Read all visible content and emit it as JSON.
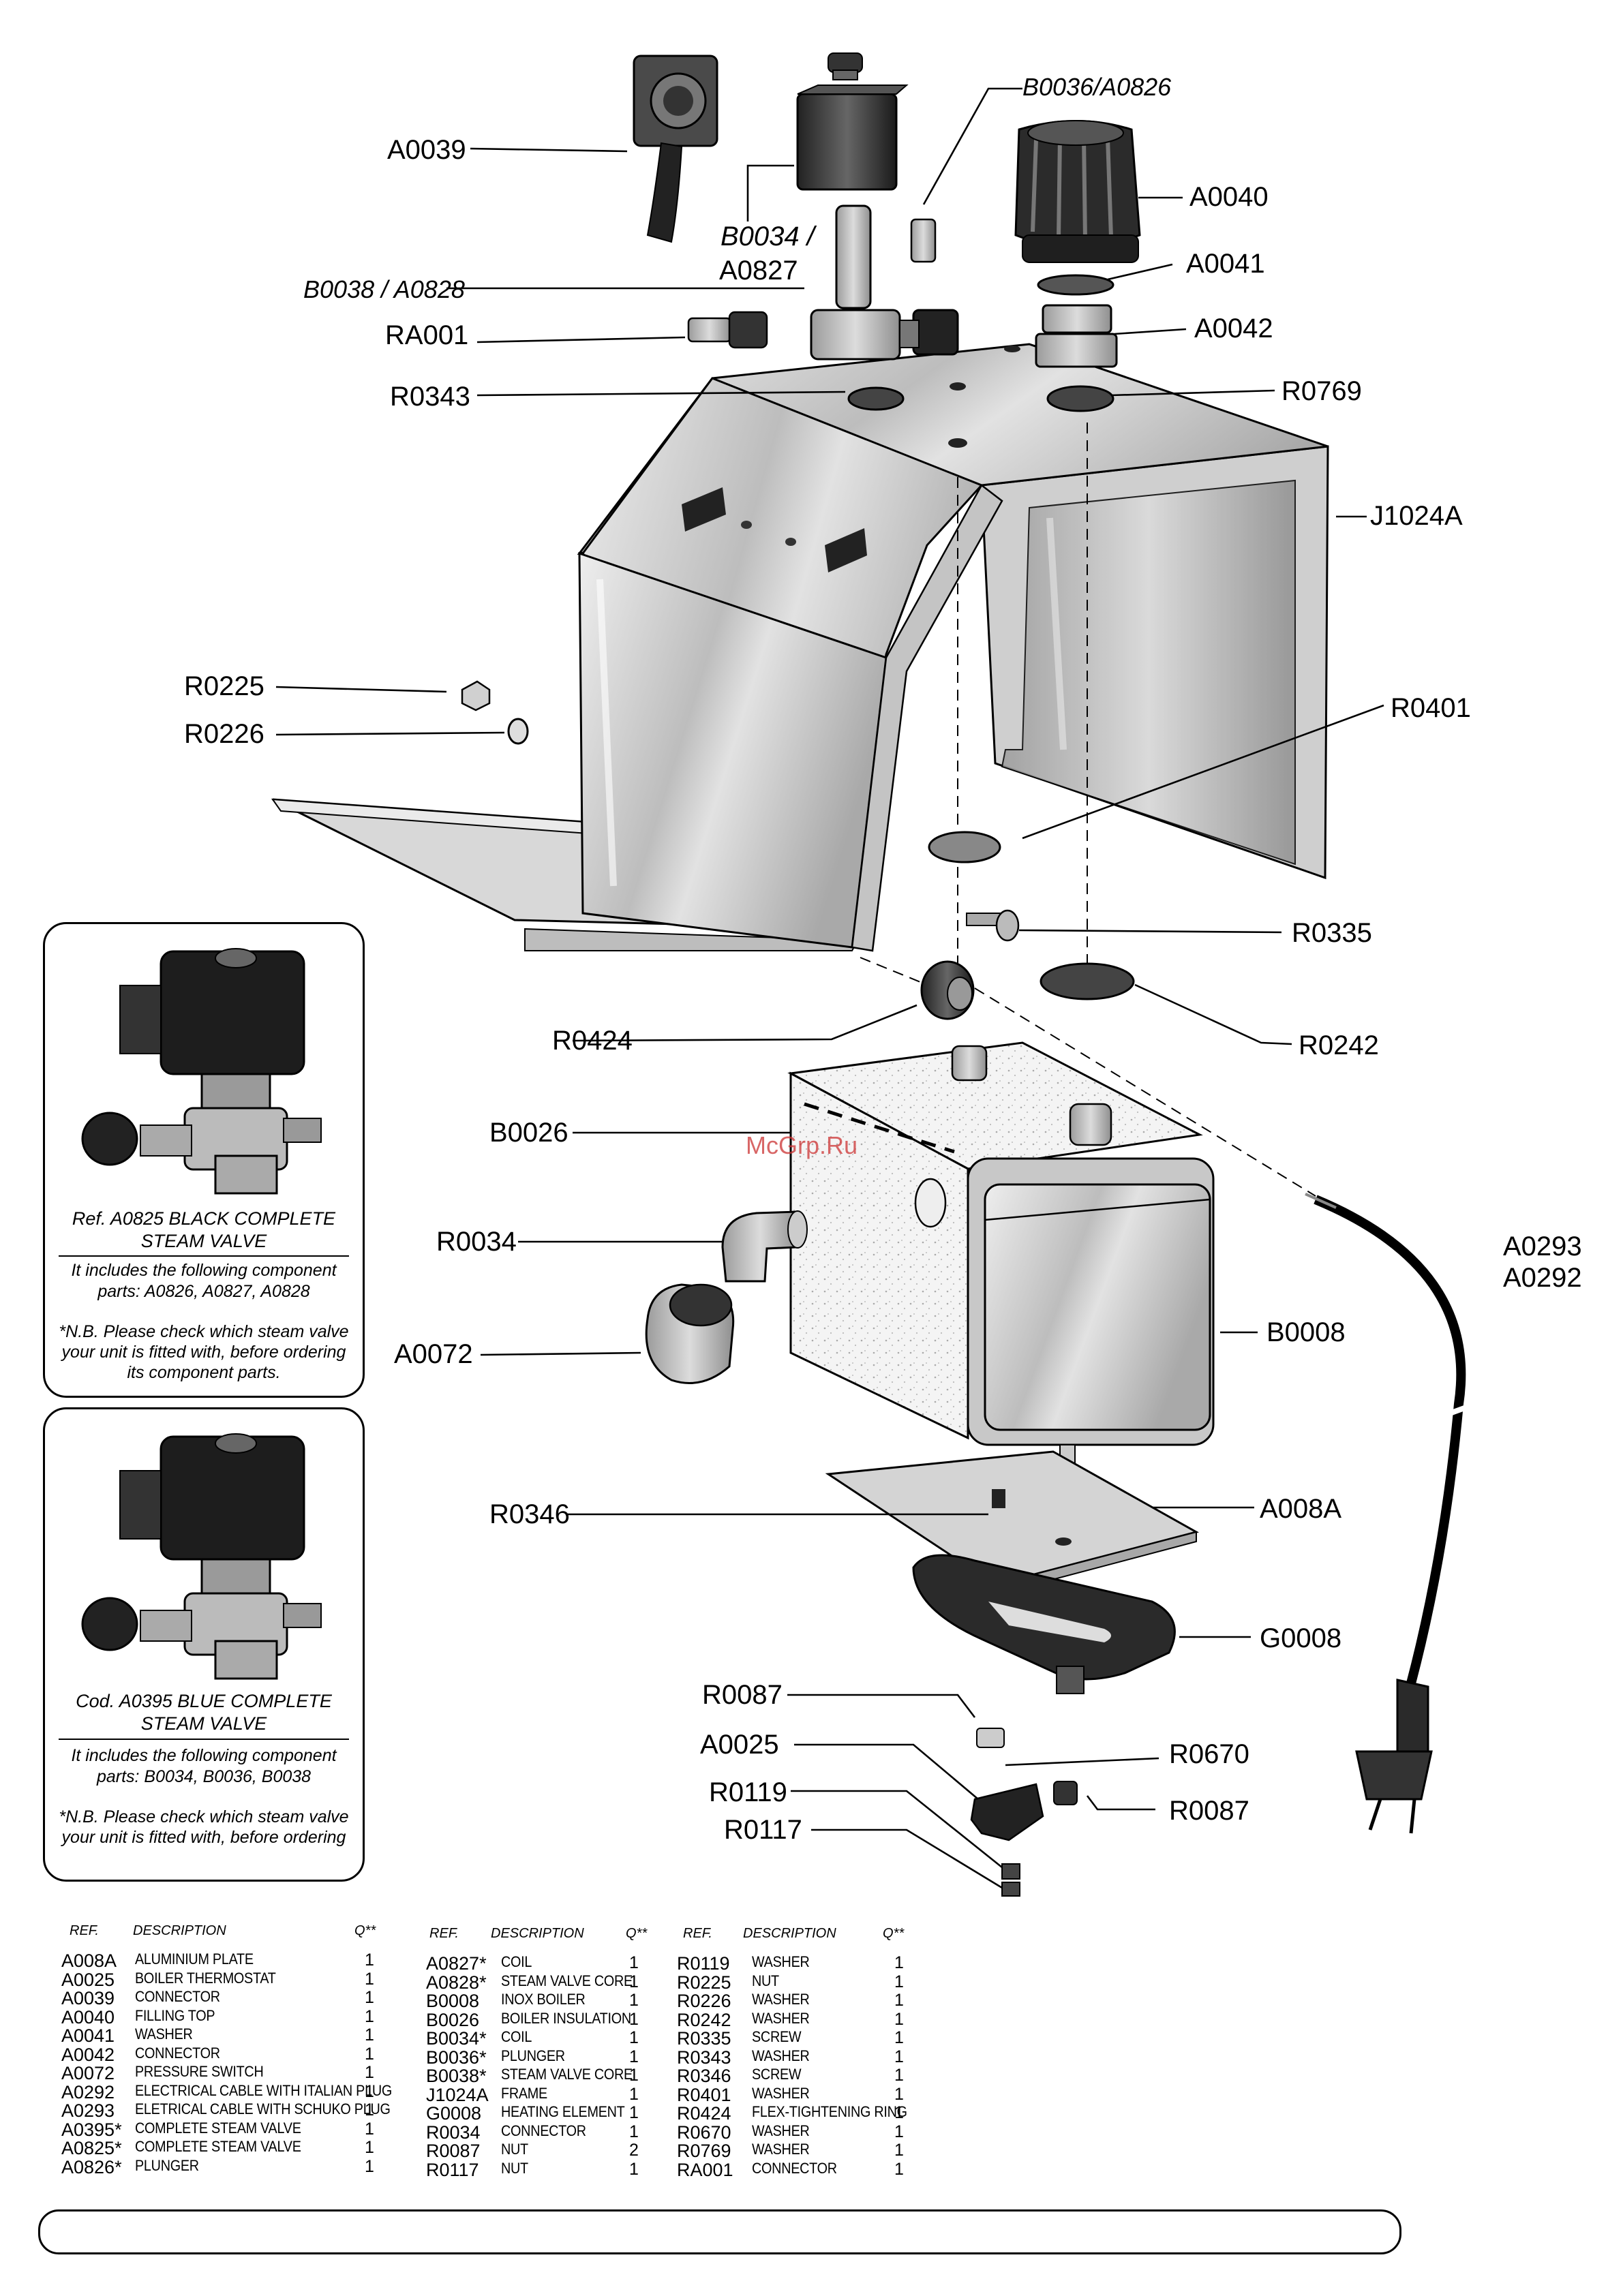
{
  "watermark": "McGrp.Ru",
  "labels": {
    "A0039": "A0039",
    "B0034_A0827_a": "B0034 /",
    "B0034_A0827_b": "A0827",
    "B0036_A0826": "B0036/A0826",
    "A0040": "A0040",
    "A0041": "A0041",
    "A0042": "A0042",
    "B0038_A0828": "B0038 / A0828",
    "RA001": "RA001",
    "R0343": "R0343",
    "R0769": "R0769",
    "J1024A": "J1024A",
    "R0401": "R0401",
    "R0225": "R0225",
    "R0226": "R0226",
    "R0335": "R0335",
    "R0424": "R0424",
    "R0242": "R0242",
    "B0026": "B0026",
    "R0034": "R0034",
    "A0293": "A0293",
    "A0292": "A0292",
    "A0072": "A0072",
    "B0008": "B0008",
    "R0346": "R0346",
    "A008A": "A008A",
    "G0008": "G0008",
    "R0087_a": "R0087",
    "A0025": "A0025",
    "R0670": "R0670",
    "R0119": "R0119",
    "R0087_b": "R0087",
    "R0117": "R0117"
  },
  "note_black": {
    "title_1": "Ref. A0825 BLACK COMPLETE",
    "title_2": "STEAM VALVE",
    "inc_1": "It includes the following component",
    "inc_2": "parts:  A0826, A0827, A0828",
    "nb_1": "*N.B. Please check which steam valve",
    "nb_2": "your unit is fitted with, before ordering",
    "nb_3": "its component parts."
  },
  "note_blue": {
    "title_1": "Cod. A0395 BLUE COMPLETE",
    "title_2": "STEAM VALVE",
    "inc_1": "It includes the following component",
    "inc_2": "parts:  B0034, B0036, B0038",
    "nb_1": "*N.B. Please check which steam valve",
    "nb_2": "your unit is fitted with, before ordering"
  },
  "table": {
    "h_ref": "REF.",
    "h_desc": "DESCRIPTION",
    "h_q": "Q**",
    "col1": [
      [
        "A008A",
        "ALUMINIUM PLATE",
        "1"
      ],
      [
        "A0025",
        "BOILER THERMOSTAT",
        "1"
      ],
      [
        "A0039",
        "CONNECTOR",
        "1"
      ],
      [
        "A0040",
        "FILLING TOP",
        "1"
      ],
      [
        "A0041",
        "WASHER",
        "1"
      ],
      [
        "A0042",
        "CONNECTOR",
        "1"
      ],
      [
        "A0072",
        "PRESSURE SWITCH",
        "1"
      ],
      [
        "A0292",
        "ELECTRICAL CABLE WITH ITALIAN PLUG",
        "1"
      ],
      [
        "A0293",
        "ELETRICAL CABLE WITH SCHUKO PLUG",
        "1"
      ],
      [
        "A0395*",
        "COMPLETE STEAM VALVE",
        "1"
      ],
      [
        "A0825*",
        "COMPLETE STEAM VALVE",
        "1"
      ],
      [
        "A0826*",
        "PLUNGER",
        "1"
      ]
    ],
    "col2": [
      [
        "A0827*",
        "COIL",
        "1"
      ],
      [
        "A0828*",
        "STEAM VALVE CORE",
        "1"
      ],
      [
        "B0008",
        "INOX BOILER",
        "1"
      ],
      [
        "B0026",
        "BOILER INSULATION",
        "1"
      ],
      [
        "B0034*",
        "COIL",
        "1"
      ],
      [
        "B0036*",
        "PLUNGER",
        "1"
      ],
      [
        "B0038*",
        "STEAM VALVE CORE",
        "1"
      ],
      [
        "J1024A",
        "FRAME",
        "1"
      ],
      [
        "G0008",
        "HEATING ELEMENT",
        "1"
      ],
      [
        "R0034",
        "CONNECTOR",
        "1"
      ],
      [
        "R0087",
        "NUT",
        "2"
      ],
      [
        "R0117",
        "NUT",
        "1"
      ]
    ],
    "col3": [
      [
        "R0119",
        "WASHER",
        "1"
      ],
      [
        "R0225",
        "NUT",
        "1"
      ],
      [
        "R0226",
        "WASHER",
        "1"
      ],
      [
        "R0242",
        "WASHER",
        "1"
      ],
      [
        "R0335",
        "SCREW",
        "1"
      ],
      [
        "R0343",
        "WASHER",
        "1"
      ],
      [
        "R0346",
        "SCREW",
        "1"
      ],
      [
        "R0401",
        "WASHER",
        "1"
      ],
      [
        "R0424",
        "FLEX-TIGHTENING RING",
        "1"
      ],
      [
        "R0670",
        "WASHER",
        "1"
      ],
      [
        "R0769",
        "WASHER",
        "1"
      ],
      [
        "RA001",
        "CONNECTOR",
        "1"
      ]
    ]
  }
}
